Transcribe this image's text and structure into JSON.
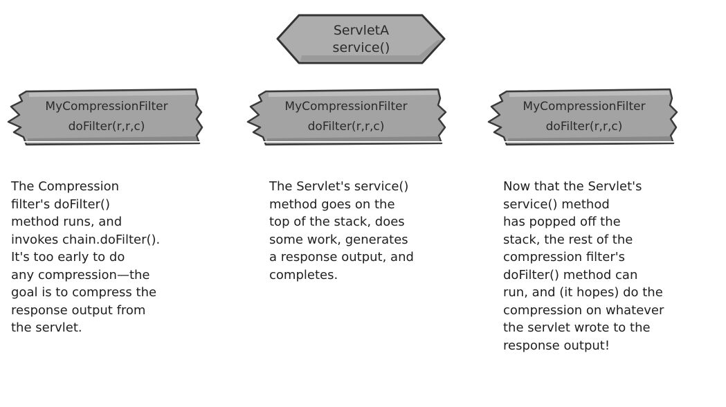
{
  "servlet_frame": {
    "name": "ServletA",
    "method": "service()"
  },
  "filter_frames": [
    {
      "name": "MyCompressionFilter",
      "method": "doFilter(r,r,c)"
    },
    {
      "name": "MyCompressionFilter",
      "method": "doFilter(r,r,c)"
    },
    {
      "name": "MyCompressionFilter",
      "method": "doFilter(r,r,c)"
    }
  ],
  "captions": [
    {
      "lines": [
        "The Compression",
        "filter's doFilter()",
        "method runs, and",
        "invokes chain.doFilter().",
        "It's too early to do",
        "any compression—the",
        "goal is to compress the",
        "response output from",
        "the servlet."
      ]
    },
    {
      "lines": [
        "The Servlet's service()",
        "method goes on the",
        "top of the stack, does",
        "some work, generates",
        "a response output, and",
        "completes."
      ]
    },
    {
      "lines": [
        "Now that the Servlet's",
        "service() method",
        "has popped off the",
        "stack, the rest of the",
        "compression filter's",
        "doFilter() method can",
        "run, and (it hopes) do the",
        "compression on whatever",
        "the servlet wrote to the",
        "response output!"
      ]
    }
  ],
  "colors": {
    "plank_fill": "#a3a3a3",
    "plank_stroke": "#3a3a3a",
    "hex_fill": "#adadad",
    "text": "#1e1e1e"
  }
}
